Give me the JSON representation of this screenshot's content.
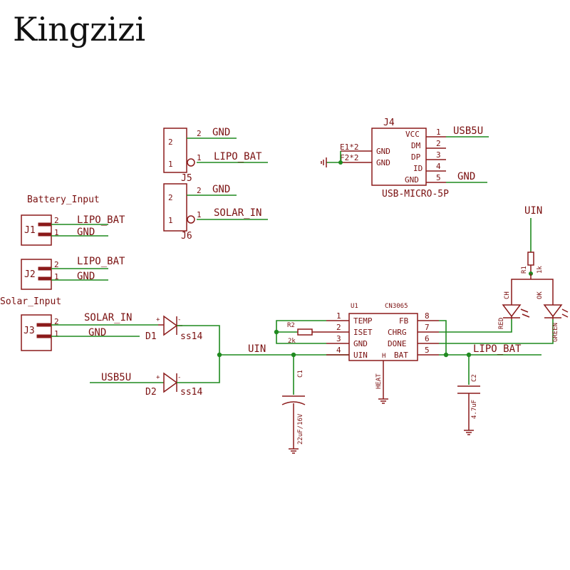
{
  "brand": "Kingzizi",
  "labels": {
    "battery_input": "Battery_Input",
    "solar_input": "Solar_Input",
    "vin_top": "UIN",
    "vin_net": "UIN",
    "lipo_bat_net": "LIPO_BAT",
    "usb5v_in": "USB5U"
  },
  "j1": {
    "ref": "J1",
    "pin2": "2",
    "pin1": "1",
    "net2": "LIPO_BAT",
    "net1": "GND"
  },
  "j2": {
    "ref": "J2",
    "pin2": "2",
    "pin1": "1",
    "net2": "LIPO_BAT",
    "net1": "GND"
  },
  "j3": {
    "ref": "J3",
    "pin2": "2",
    "pin1": "1",
    "net2": "SOLAR_IN",
    "net1": "GND"
  },
  "j5": {
    "ref": "J5",
    "box2": "2",
    "box1": "1",
    "pin2": "2",
    "pin1": "1",
    "net2": "GND",
    "net1": "LIPO_BAT"
  },
  "j6": {
    "ref": "J6",
    "box2": "2",
    "box1": "1",
    "pin2": "2",
    "pin1": "1",
    "net2": "GND",
    "net1": "SOLAR_IN"
  },
  "j4": {
    "ref": "J4",
    "name": "USB-MICRO-5P",
    "left_pins": [
      "GND",
      "GND"
    ],
    "left_labels": [
      "E1*2",
      "F2*2"
    ],
    "right_pins": [
      "VCC",
      "DM",
      "DP",
      "ID",
      "GND"
    ],
    "right_nums": [
      "1",
      "2",
      "3",
      "4",
      "5"
    ],
    "vcc_net": "USB5U",
    "gnd_net": "GND"
  },
  "d1": {
    "ref": "D1",
    "part": "ss14",
    "plus": "+",
    "minus": "-"
  },
  "d2": {
    "ref": "D2",
    "part": "ss14",
    "plus": "+",
    "minus": "-"
  },
  "c1": {
    "ref": "C1",
    "value": "22uF/16V"
  },
  "c2": {
    "ref": "C2",
    "value": "4.7uF"
  },
  "u1": {
    "ref": "U1",
    "part": "CN3065",
    "left_pins": [
      "TEMP",
      "ISET",
      "GND",
      "UIN"
    ],
    "left_nums": [
      "1",
      "2",
      "3",
      "4"
    ],
    "right_pins": [
      "FB",
      "CHRG",
      "DONE",
      "BAT"
    ],
    "right_nums": [
      "8",
      "7",
      "6",
      "5"
    ],
    "heat": "HEAT",
    "h": "H"
  },
  "r2": {
    "ref": "R2",
    "value": "2k"
  },
  "r1": {
    "ref": "R1",
    "value": "1k"
  },
  "led_ch": {
    "ref": "CH",
    "color": "RED"
  },
  "led_ok": {
    "ref": "OK",
    "color": "GREEN"
  },
  "colors": {
    "wire": "#1f8a1f",
    "symbol": "#8b1a1a",
    "text": "#7a1010"
  }
}
